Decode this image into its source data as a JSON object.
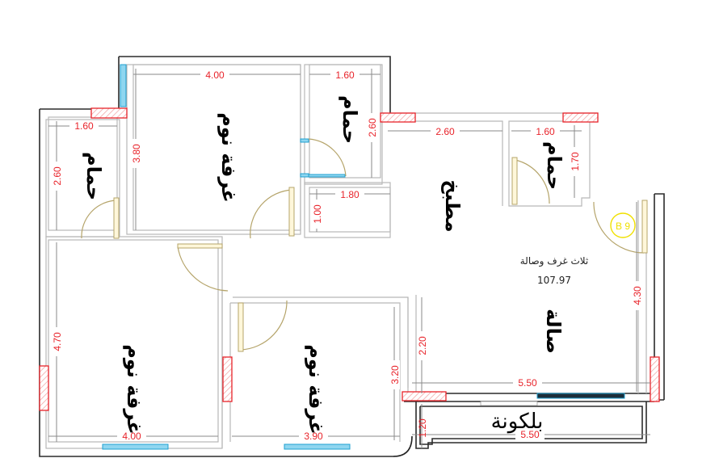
{
  "plan": {
    "summary_label": "ثلاث غرف وصالة",
    "total_area": "107.97",
    "marker_label": "B 9",
    "colors": {
      "dimension": "#e8232a",
      "wall": "#2b2b2b",
      "inner_wall": "#b8b8b8",
      "door": "#b5a46a",
      "window": "#1fa0d0",
      "hatch": "#e8232a",
      "marker": "#f0e000"
    }
  },
  "rooms": {
    "bath_left": {
      "label": "حمام",
      "width": "1.60",
      "length": "2.60"
    },
    "bedroom_top": {
      "label": "غرفة نوم",
      "width": "4.00",
      "length": "3.80"
    },
    "bath_top": {
      "label": "حمام",
      "width": "1.60",
      "length": "2.60"
    },
    "closet": {
      "width": "1.80",
      "length": "1.00"
    },
    "kitchen": {
      "label": "مطبخ",
      "width": "2.60"
    },
    "bath_right": {
      "label": "حمام",
      "width": "1.60",
      "length": "1.70"
    },
    "bedroom_left": {
      "label": "غرفة نوم",
      "width": "4.00",
      "length": "4.70"
    },
    "bedroom_mid": {
      "label": "غرفة نوم",
      "width": "3.90",
      "length": "3.20"
    },
    "living": {
      "label": "صالة",
      "width": "5.50",
      "length": "4.30",
      "corridor": "2.20"
    },
    "balcony": {
      "label": "بلكونة",
      "width": "5.50",
      "depth": "1.20"
    }
  }
}
